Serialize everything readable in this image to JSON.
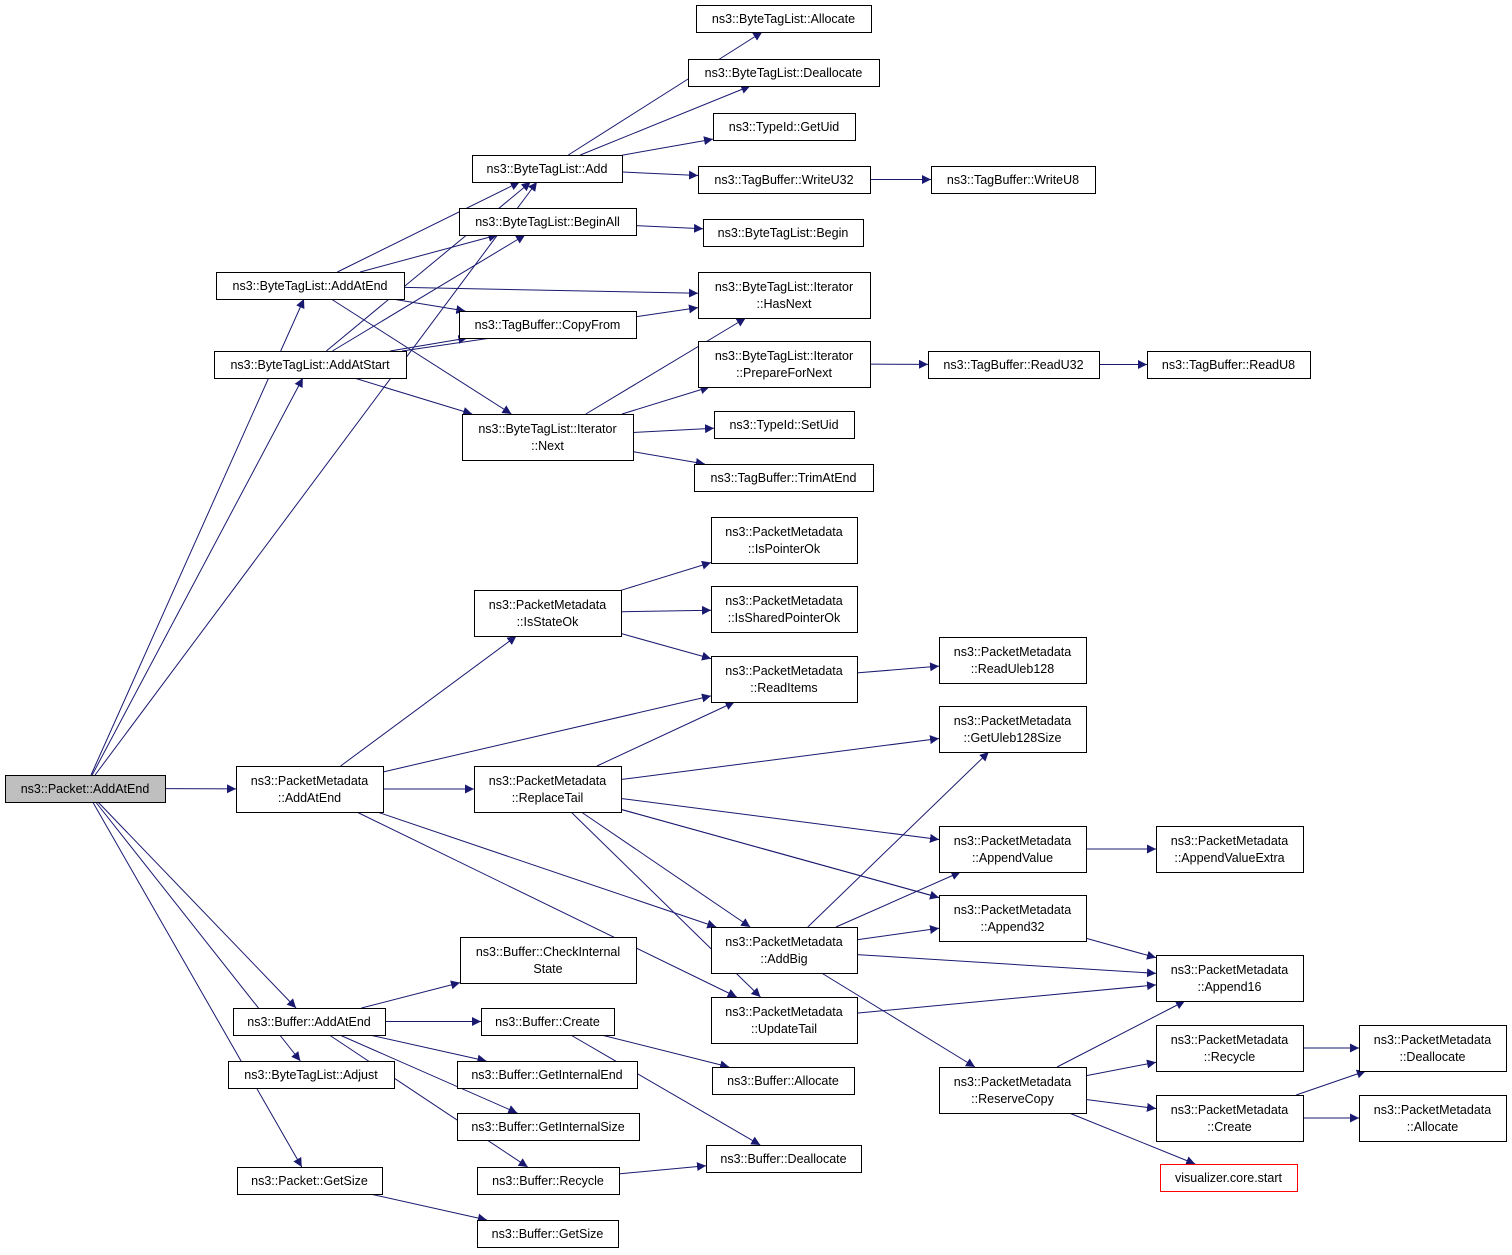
{
  "colors": {
    "edge": "#191970",
    "root_fill": "#bfbfbf",
    "node_border": "#000000",
    "external_border": "#ff0000"
  },
  "nodes": [
    {
      "id": "root",
      "label": [
        "ns3::Packet::AddAtEnd"
      ],
      "kind": "root"
    },
    {
      "id": "btl_add",
      "label": [
        "ns3::ByteTagList::Add"
      ]
    },
    {
      "id": "btl_alloc",
      "label": [
        "ns3::ByteTagList::Allocate"
      ]
    },
    {
      "id": "btl_dealloc",
      "label": [
        "ns3::ByteTagList::Deallocate"
      ]
    },
    {
      "id": "typeid_getuid",
      "label": [
        "ns3::TypeId::GetUid"
      ]
    },
    {
      "id": "tb_w32",
      "label": [
        "ns3::TagBuffer::WriteU32"
      ]
    },
    {
      "id": "tb_w8",
      "label": [
        "ns3::TagBuffer::WriteU8"
      ]
    },
    {
      "id": "btl_beginall",
      "label": [
        "ns3::ByteTagList::BeginAll"
      ]
    },
    {
      "id": "btl_begin",
      "label": [
        "ns3::ByteTagList::Begin"
      ]
    },
    {
      "id": "btl_addatend",
      "label": [
        "ns3::ByteTagList::AddAtEnd"
      ]
    },
    {
      "id": "it_hasnext",
      "label": [
        "ns3::ByteTagList::Iterator",
        "::HasNext"
      ]
    },
    {
      "id": "tb_copyfrom",
      "label": [
        "ns3::TagBuffer::CopyFrom"
      ]
    },
    {
      "id": "btl_addatstart",
      "label": [
        "ns3::ByteTagList::AddAtStart"
      ]
    },
    {
      "id": "it_prepare",
      "label": [
        "ns3::ByteTagList::Iterator",
        "::PrepareForNext"
      ]
    },
    {
      "id": "tb_r32",
      "label": [
        "ns3::TagBuffer::ReadU32"
      ]
    },
    {
      "id": "tb_r8",
      "label": [
        "ns3::TagBuffer::ReadU8"
      ]
    },
    {
      "id": "it_next",
      "label": [
        "ns3::ByteTagList::Iterator",
        "::Next"
      ]
    },
    {
      "id": "typeid_setuid",
      "label": [
        "ns3::TypeId::SetUid"
      ]
    },
    {
      "id": "tb_trim",
      "label": [
        "ns3::TagBuffer::TrimAtEnd"
      ]
    },
    {
      "id": "pm_isptrok",
      "label": [
        "ns3::PacketMetadata",
        "::IsPointerOk"
      ]
    },
    {
      "id": "pm_isstateok",
      "label": [
        "ns3::PacketMetadata",
        "::IsStateOk"
      ]
    },
    {
      "id": "pm_isshared",
      "label": [
        "ns3::PacketMetadata",
        "::IsSharedPointerOk"
      ]
    },
    {
      "id": "pm_readitems",
      "label": [
        "ns3::PacketMetadata",
        "::ReadItems"
      ]
    },
    {
      "id": "pm_readuleb",
      "label": [
        "ns3::PacketMetadata",
        "::ReadUleb128"
      ]
    },
    {
      "id": "pm_getuleb",
      "label": [
        "ns3::PacketMetadata",
        "::GetUleb128Size"
      ]
    },
    {
      "id": "pm_addatend",
      "label": [
        "ns3::PacketMetadata",
        "::AddAtEnd"
      ]
    },
    {
      "id": "pm_replacetail",
      "label": [
        "ns3::PacketMetadata",
        "::ReplaceTail"
      ]
    },
    {
      "id": "pm_appendvalue",
      "label": [
        "ns3::PacketMetadata",
        "::AppendValue"
      ]
    },
    {
      "id": "pm_appendvalueextra",
      "label": [
        "ns3::PacketMetadata",
        "::AppendValueExtra"
      ]
    },
    {
      "id": "pm_append32",
      "label": [
        "ns3::PacketMetadata",
        "::Append32"
      ]
    },
    {
      "id": "pm_addbig",
      "label": [
        "ns3::PacketMetadata",
        "::AddBig"
      ]
    },
    {
      "id": "pm_append16",
      "label": [
        "ns3::PacketMetadata",
        "::Append16"
      ]
    },
    {
      "id": "buf_checkinternal",
      "label": [
        "ns3::Buffer::CheckInternal",
        "State"
      ]
    },
    {
      "id": "buf_addatend",
      "label": [
        "ns3::Buffer::AddAtEnd"
      ]
    },
    {
      "id": "buf_create",
      "label": [
        "ns3::Buffer::Create"
      ]
    },
    {
      "id": "pm_updatetail",
      "label": [
        "ns3::PacketMetadata",
        "::UpdateTail"
      ]
    },
    {
      "id": "pm_recycle",
      "label": [
        "ns3::PacketMetadata",
        "::Recycle"
      ]
    },
    {
      "id": "pm_dealloc",
      "label": [
        "ns3::PacketMetadata",
        "::Deallocate"
      ]
    },
    {
      "id": "btl_adjust",
      "label": [
        "ns3::ByteTagList::Adjust"
      ]
    },
    {
      "id": "buf_getinternalend",
      "label": [
        "ns3::Buffer::GetInternalEnd"
      ]
    },
    {
      "id": "buf_alloc",
      "label": [
        "ns3::Buffer::Allocate"
      ]
    },
    {
      "id": "pm_reservecopy",
      "label": [
        "ns3::PacketMetadata",
        "::ReserveCopy"
      ]
    },
    {
      "id": "pm_create",
      "label": [
        "ns3::PacketMetadata",
        "::Create"
      ]
    },
    {
      "id": "pm_alloc",
      "label": [
        "ns3::PacketMetadata",
        "::Allocate"
      ]
    },
    {
      "id": "buf_getinternalsize",
      "label": [
        "ns3::Buffer::GetInternalSize"
      ]
    },
    {
      "id": "buf_dealloc",
      "label": [
        "ns3::Buffer::Deallocate"
      ]
    },
    {
      "id": "visualizer",
      "label": [
        "visualizer.core.start"
      ],
      "kind": "external"
    },
    {
      "id": "pkt_getsize",
      "label": [
        "ns3::Packet::GetSize"
      ]
    },
    {
      "id": "buf_recycle",
      "label": [
        "ns3::Buffer::Recycle"
      ]
    },
    {
      "id": "buf_getsize",
      "label": [
        "ns3::Buffer::GetSize"
      ]
    }
  ],
  "edges": [
    [
      "root",
      "btl_add"
    ],
    [
      "root",
      "btl_addatend"
    ],
    [
      "root",
      "btl_addatstart"
    ],
    [
      "root",
      "pm_addatend"
    ],
    [
      "root",
      "buf_addatend"
    ],
    [
      "root",
      "btl_adjust"
    ],
    [
      "root",
      "pkt_getsize"
    ],
    [
      "btl_add",
      "btl_alloc"
    ],
    [
      "btl_add",
      "btl_dealloc"
    ],
    [
      "btl_add",
      "typeid_getuid"
    ],
    [
      "btl_add",
      "tb_w32"
    ],
    [
      "tb_w32",
      "tb_w8"
    ],
    [
      "btl_beginall",
      "btl_begin"
    ],
    [
      "btl_addatend",
      "btl_add"
    ],
    [
      "btl_addatend",
      "btl_beginall"
    ],
    [
      "btl_addatend",
      "it_hasnext"
    ],
    [
      "btl_addatend",
      "tb_copyfrom"
    ],
    [
      "btl_addatend",
      "it_next"
    ],
    [
      "btl_addatstart",
      "btl_add"
    ],
    [
      "btl_addatstart",
      "btl_beginall"
    ],
    [
      "btl_addatstart",
      "it_hasnext"
    ],
    [
      "btl_addatstart",
      "tb_copyfrom"
    ],
    [
      "btl_addatstart",
      "it_next"
    ],
    [
      "it_prepare",
      "tb_r32"
    ],
    [
      "tb_r32",
      "tb_r8"
    ],
    [
      "it_next",
      "it_hasnext"
    ],
    [
      "it_next",
      "it_prepare"
    ],
    [
      "it_next",
      "typeid_setuid"
    ],
    [
      "it_next",
      "tb_trim"
    ],
    [
      "pm_isstateok",
      "pm_isptrok"
    ],
    [
      "pm_isstateok",
      "pm_isshared"
    ],
    [
      "pm_isstateok",
      "pm_readitems"
    ],
    [
      "pm_readitems",
      "pm_readuleb"
    ],
    [
      "pm_addatend",
      "pm_isstateok"
    ],
    [
      "pm_addatend",
      "pm_readitems"
    ],
    [
      "pm_addatend",
      "pm_replacetail"
    ],
    [
      "pm_addatend",
      "pm_addbig"
    ],
    [
      "pm_addatend",
      "pm_updatetail"
    ],
    [
      "pm_replacetail",
      "pm_readitems"
    ],
    [
      "pm_replacetail",
      "pm_getuleb"
    ],
    [
      "pm_replacetail",
      "pm_append16"
    ],
    [
      "pm_replacetail",
      "pm_appendvalue"
    ],
    [
      "pm_replacetail",
      "pm_append32"
    ],
    [
      "pm_replacetail",
      "pm_addbig"
    ],
    [
      "pm_replacetail",
      "pm_updatetail"
    ],
    [
      "pm_appendvalue",
      "pm_appendvalueextra"
    ],
    [
      "pm_addbig",
      "pm_getuleb"
    ],
    [
      "pm_addbig",
      "pm_appendvalue"
    ],
    [
      "pm_addbig",
      "pm_append32"
    ],
    [
      "pm_addbig",
      "pm_append16"
    ],
    [
      "pm_addbig",
      "pm_reservecopy"
    ],
    [
      "pm_updatetail",
      "pm_append16"
    ],
    [
      "buf_addatend",
      "buf_checkinternal"
    ],
    [
      "buf_addatend",
      "buf_create"
    ],
    [
      "buf_addatend",
      "buf_getinternalend"
    ],
    [
      "buf_addatend",
      "buf_getinternalsize"
    ],
    [
      "buf_addatend",
      "buf_recycle"
    ],
    [
      "buf_create",
      "buf_alloc"
    ],
    [
      "buf_create",
      "buf_dealloc"
    ],
    [
      "buf_recycle",
      "buf_dealloc"
    ],
    [
      "pm_reservecopy",
      "pm_append16"
    ],
    [
      "pm_reservecopy",
      "pm_recycle"
    ],
    [
      "pm_reservecopy",
      "pm_create"
    ],
    [
      "pm_reservecopy",
      "visualizer"
    ],
    [
      "pm_recycle",
      "pm_dealloc"
    ],
    [
      "pm_create",
      "pm_dealloc"
    ],
    [
      "pm_create",
      "pm_alloc"
    ],
    [
      "pkt_getsize",
      "buf_getsize"
    ]
  ]
}
